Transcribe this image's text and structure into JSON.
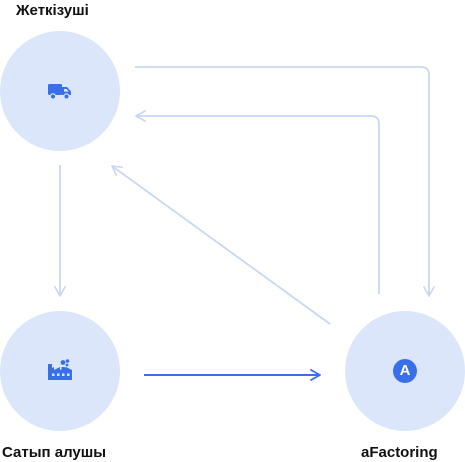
{
  "nodes": {
    "supplier": {
      "label": "Жеткізуші",
      "icon": "delivery-truck-icon"
    },
    "buyer": {
      "label": "Сатып алушы",
      "icon": "factory-icon"
    },
    "factor": {
      "label": "aFactoring",
      "icon": "afactoring-logo-icon",
      "badge": "A"
    }
  },
  "colors": {
    "node_fill": "#dbe6fb",
    "accent": "#3a6fe8",
    "edge_light": "#c9d7f2",
    "text": "#111111"
  }
}
